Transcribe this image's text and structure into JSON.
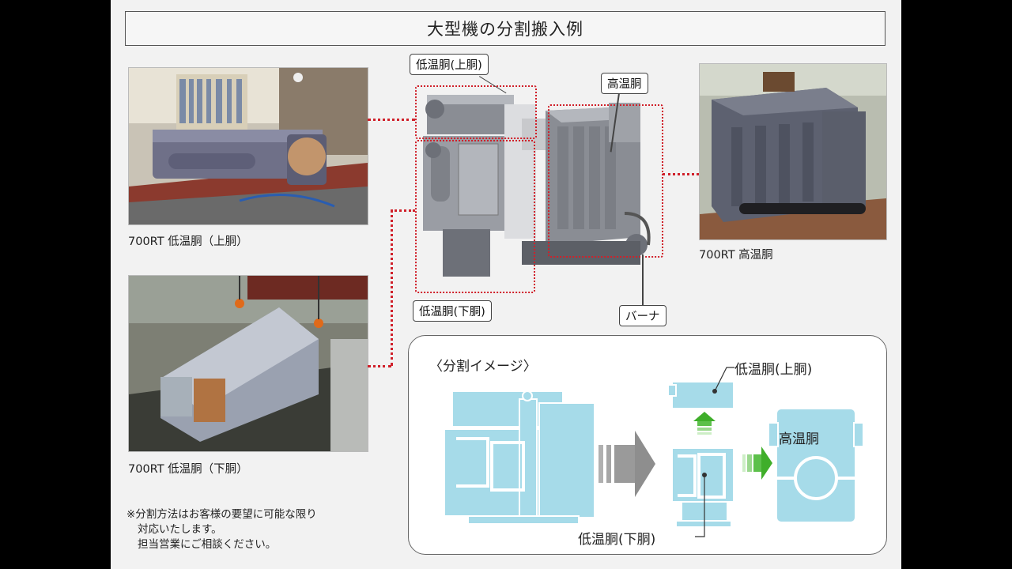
{
  "title": "大型機の分割搬入例",
  "photos": {
    "low_upper_caption": "700RT 低温胴（上胴）",
    "low_lower_caption": "700RT 低温胴（下胴）",
    "high_caption": "700RT 高温胴"
  },
  "callouts": {
    "low_upper": "低温胴(上胴)",
    "high": "高温胴",
    "low_lower": "低温胴(下胴)",
    "burner": "バーナ"
  },
  "note": {
    "line1": "※分割方法はお客様の要望に可能な限り",
    "line2": "対応いたします。",
    "line3": "担当営業にご相談ください。"
  },
  "split_image": {
    "heading": "〈分割イメージ〉",
    "upper_label": "低温胴(上胴)",
    "high_label": "高温胴",
    "lower_label": "低温胴(下胴)"
  },
  "colors": {
    "accent_red": "#d0202a",
    "diagram_blue": "#a6dbe9",
    "arrow_green": "#3fae2a",
    "arrow_gray": "#9a9a9a"
  }
}
